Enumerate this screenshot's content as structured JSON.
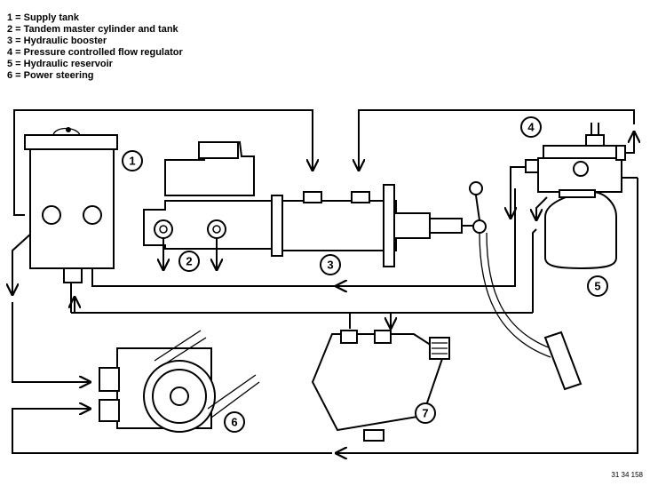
{
  "legend": [
    {
      "num": "1",
      "text": "1 = Supply tank"
    },
    {
      "num": "2",
      "text": "2 = Tandem master cylinder and tank"
    },
    {
      "num": "3",
      "text": "3 = Hydraulic booster"
    },
    {
      "num": "4",
      "text": "4 = Pressure controlled flow regulator"
    },
    {
      "num": "5",
      "text": "5 = Hydraulic reservoir"
    },
    {
      "num": "6",
      "text": "6 = Power steering"
    }
  ],
  "callouts": {
    "c1": "1",
    "c2": "2",
    "c3": "3",
    "c4": "4",
    "c5": "5",
    "c6": "6",
    "c7": "7"
  },
  "reference_code": "31 34 158"
}
